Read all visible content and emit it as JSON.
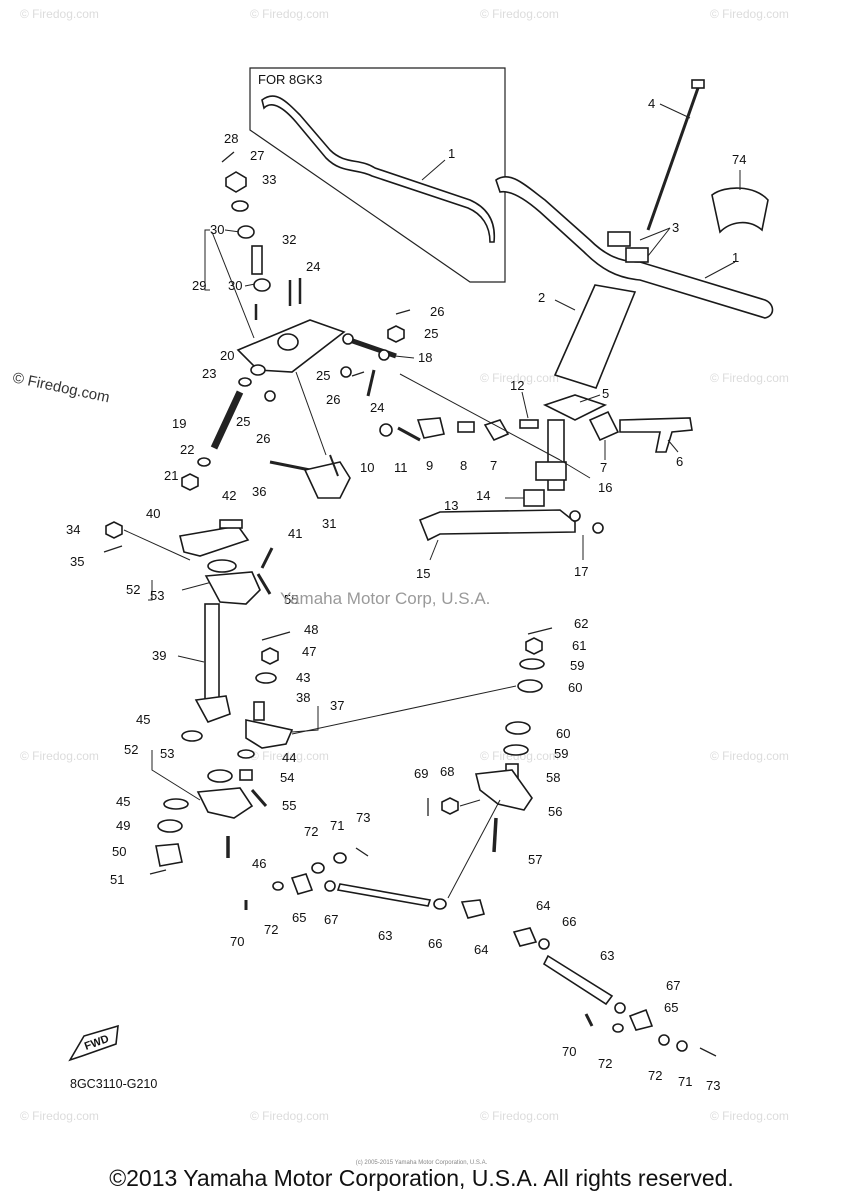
{
  "inset_label": "FOR 8GK3",
  "credit_text": "Yamaha Motor Corp, U.S.A.",
  "diagram_code": "8GC3110-G210",
  "fwd_label": "FWD",
  "watermark": "© Firedog.com",
  "copyright": "©2013 Yamaha Motor Corporation, U.S.A. All rights reserved.",
  "copyright_small": "(c) 2005-2015 Yamaha Motor Corporation, U.S.A.",
  "callouts": {
    "c1_inset": "1",
    "c1": "1",
    "c2": "2",
    "c3": "3",
    "c4": "4",
    "c5": "5",
    "c6": "6",
    "c7a": "7",
    "c7b": "7",
    "c8": "8",
    "c9": "9",
    "c10": "10",
    "c11": "11",
    "c12": "12",
    "c13": "13",
    "c14": "14",
    "c15": "15",
    "c16": "16",
    "c17": "17",
    "c18": "18",
    "c19": "19",
    "c20": "20",
    "c21": "21",
    "c22": "22",
    "c23": "23",
    "c24a": "24",
    "c24b": "24",
    "c25a": "25",
    "c25b": "25",
    "c25c": "25",
    "c26a": "26",
    "c26b": "26",
    "c26c": "26",
    "c27": "27",
    "c28": "28",
    "c29": "29",
    "c30a": "30",
    "c30b": "30",
    "c31": "31",
    "c32": "32",
    "c33": "33",
    "c34": "34",
    "c35": "35",
    "c36": "36",
    "c37": "37",
    "c38": "38",
    "c39": "39",
    "c40": "40",
    "c41": "41",
    "c42": "42",
    "c43": "43",
    "c44": "44",
    "c45a": "45",
    "c45b": "45",
    "c46": "46",
    "c47": "47",
    "c48": "48",
    "c49": "49",
    "c50": "50",
    "c51": "51",
    "c52a": "52",
    "c52b": "52",
    "c53a": "53",
    "c53b": "53",
    "c54": "54",
    "c55a": "55",
    "c55b": "55",
    "c56": "56",
    "c57": "57",
    "c58": "58",
    "c59a": "59",
    "c59b": "59",
    "c60a": "60",
    "c60b": "60",
    "c61": "61",
    "c62": "62",
    "c63a": "63",
    "c63b": "63",
    "c64a": "64",
    "c64b": "64",
    "c65a": "65",
    "c65b": "65",
    "c66a": "66",
    "c66b": "66",
    "c67a": "67",
    "c67b": "67",
    "c68": "68",
    "c69": "69",
    "c70a": "70",
    "c70b": "70",
    "c71a": "71",
    "c71b": "71",
    "c72a": "72",
    "c72b": "72",
    "c72c": "72",
    "c73a": "73",
    "c73b": "73",
    "c74": "74"
  }
}
